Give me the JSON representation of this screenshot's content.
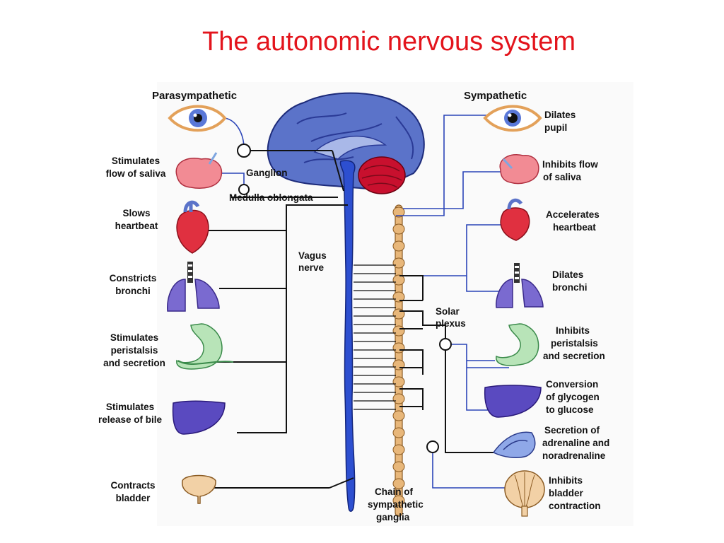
{
  "title": "The autonomic nervous system",
  "headers": {
    "left": "Parasympathetic",
    "right": "Sympathetic"
  },
  "center_labels": {
    "ganglion": "Ganglion",
    "medulla": "Medulla oblongata",
    "vagus": [
      "Vagus",
      "nerve"
    ],
    "solar": [
      "Solar",
      "plexus"
    ],
    "chain": [
      "Chain of",
      "sympathetic",
      "ganglia"
    ]
  },
  "parasympathetic": [
    {
      "id": "eye",
      "lines": []
    },
    {
      "id": "saliva",
      "lines": [
        "Stimulates",
        "flow of saliva"
      ]
    },
    {
      "id": "heart",
      "lines": [
        "Slows",
        "heartbeat"
      ]
    },
    {
      "id": "lungs",
      "lines": [
        "Constricts",
        "bronchi"
      ]
    },
    {
      "id": "stomach",
      "lines": [
        "Stimulates",
        "peristalsis",
        "and secretion"
      ]
    },
    {
      "id": "liver",
      "lines": [
        "Stimulates",
        "release of bile"
      ]
    },
    {
      "id": "bladder",
      "lines": [
        "Contracts",
        "bladder"
      ]
    }
  ],
  "sympathetic": [
    {
      "id": "eye",
      "lines": [
        "Dilates",
        "pupil"
      ]
    },
    {
      "id": "saliva",
      "lines": [
        "Inhibits flow",
        "of saliva"
      ]
    },
    {
      "id": "heart",
      "lines": [
        "Accelerates",
        "heartbeat"
      ]
    },
    {
      "id": "lungs",
      "lines": [
        "Dilates",
        "bronchi"
      ]
    },
    {
      "id": "stomach",
      "lines": [
        "Inhibits",
        "peristalsis",
        "and secretion"
      ]
    },
    {
      "id": "liver",
      "lines": [
        "Conversion",
        "of glycogen",
        "to glucose"
      ]
    },
    {
      "id": "adrenal",
      "lines": [
        "Secretion of",
        "adrenaline and",
        "noradrenaline"
      ]
    },
    {
      "id": "bladder",
      "lines": [
        "Inhibits",
        "bladder",
        "contraction"
      ]
    }
  ],
  "colors": {
    "title": "#e3141c",
    "brain": "#5b73c9",
    "cerebellum": "#c8102e",
    "spine": "#2d4fd0",
    "chain": "#e8b77a",
    "nerve_blue": "#2b45b8"
  }
}
